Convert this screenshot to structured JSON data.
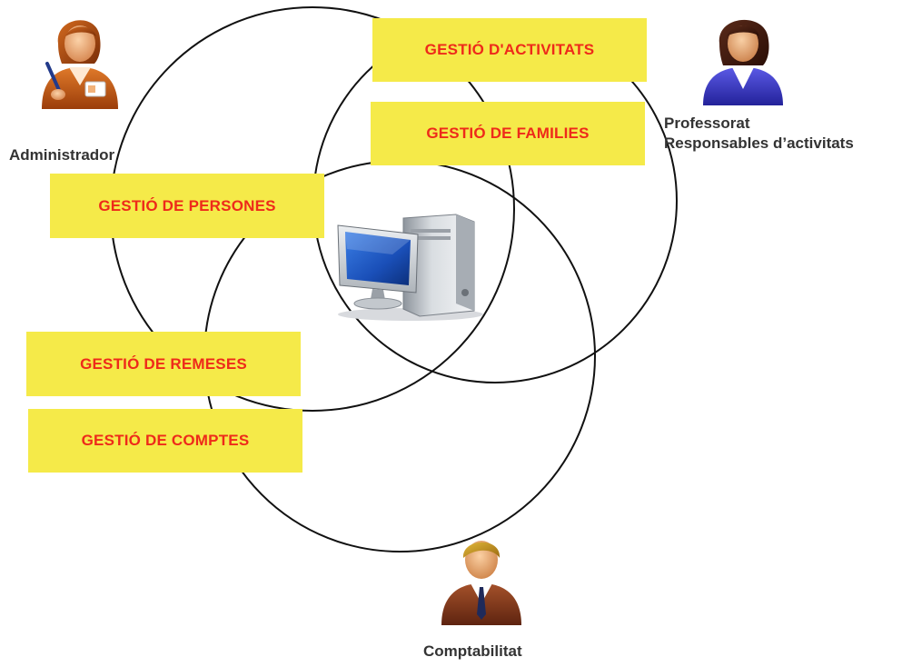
{
  "colors": {
    "box_fill": "#f5ea49",
    "box_text": "#ee2a1a",
    "circle_stroke": "#111111",
    "label_text": "#333333"
  },
  "modules": {
    "activitats": "GESTIÓ D'ACTIVITATS",
    "families": "GESTIÓ DE FAMILIES",
    "persones": "GESTIÓ DE PERSONES",
    "remeses": "GESTIÓ DE REMESES",
    "comptes": "GESTIÓ DE COMPTES"
  },
  "roles": {
    "administrador": "Administrador",
    "professorat_line1": "Professorat",
    "professorat_line2": "Responsables d’activitats",
    "comptabilitat": "Comptabilitat"
  },
  "icons": {
    "administrador": "female-clerk-icon",
    "professorat": "female-user-icon",
    "comptabilitat": "businessman-icon",
    "center": "desktop-computer-icon"
  }
}
